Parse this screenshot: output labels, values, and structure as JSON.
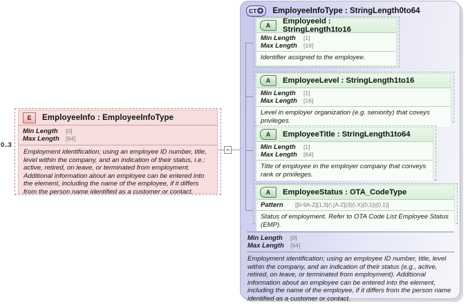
{
  "diagram": {
    "type": "xsd-schema-diagram",
    "colors": {
      "element_fill": "#f8dede",
      "element_border": "#e8b9b9",
      "complextype_fill": "#d4d4f0",
      "attribute_fill": "#f2fbf2",
      "attribute_border": "#cfe6cf",
      "facet_value": "#7a7a7a"
    }
  },
  "element": {
    "badge": "E",
    "title": "EmployeeInfo : EmployeeInfoType",
    "cardinality": "0..3",
    "facets": [
      {
        "name": "Min Length",
        "value": "[0]"
      },
      {
        "name": "Max Length",
        "value": "[64]"
      }
    ],
    "documentation": "Employment identification; using an employee ID number, title, level within the company, and an indication of their status, i.e.: active, retired, on leave, or terminated from employment.  Additional information about an employee can be entered into the element, including the name of the employee, if it differs from the person name identified as a customer or contact.",
    "toggle": "collapse-minus"
  },
  "complex_type": {
    "badge": "CT",
    "badge_expand": "plus",
    "title": "EmployeeInfoType : StringLength0to64",
    "attributes": [
      {
        "badge": "A",
        "title": "EmployeeId : StringLength1to16",
        "facets": [
          {
            "name": "Min Length",
            "value": "[1]"
          },
          {
            "name": "Max Length",
            "value": "[16]"
          }
        ],
        "documentation": "Identifier assigned to the employee."
      },
      {
        "badge": "A",
        "title": "EmployeeLevel : StringLength1to16",
        "facets": [
          {
            "name": "Min Length",
            "value": "[1]"
          },
          {
            "name": "Max Length",
            "value": "[16]"
          }
        ],
        "documentation": "Level in employer organization (e.g. seniority) that coveys privileges."
      },
      {
        "badge": "A",
        "title": "EmployeeTitle : StringLength1to64",
        "facets": [
          {
            "name": "Min Length",
            "value": "[1]"
          },
          {
            "name": "Max Length",
            "value": "[64]"
          }
        ],
        "documentation": "Title of employee in the employer company that conveys rank or privileges."
      },
      {
        "badge": "A",
        "title": "EmployeeStatus : OTA_CodeType",
        "facets": [
          {
            "name": "Pattern",
            "value": "[[0-9A-Z]{1,3}(\\.[A-Z]{3}(\\.X){0,1}){0,1}]"
          }
        ],
        "documentation": "Status of employment. Refer to OTA Code List Employee Status (EMP)."
      }
    ],
    "facets": [
      {
        "name": "Min Length",
        "value": "[0]"
      },
      {
        "name": "Max Length",
        "value": "[64]"
      }
    ],
    "documentation": "Employment identification; using an employee ID number, title, level within the company, and an indication of their status (e.g., active, retired, on leave, or terminated from employment).  Additional information about an employee can be entered into the element, including the name of the employee, if it differs from the person name identified as a customer or contact."
  }
}
